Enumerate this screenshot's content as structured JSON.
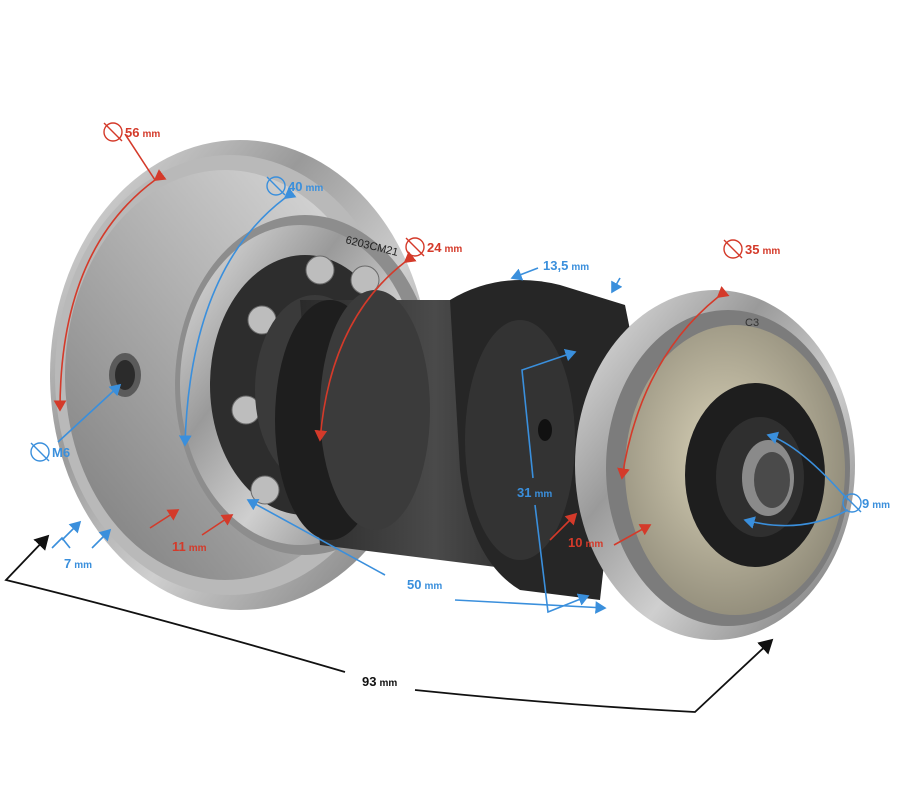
{
  "bearing_marking": "6203CM21",
  "small_bearing_marking": "C3",
  "colors": {
    "red": "#d43a2a",
    "blue": "#3a8fdc",
    "black": "#111111"
  },
  "dimensions": {
    "outer_flange_diameter": {
      "value": "56",
      "unit": "mm",
      "diameter": true
    },
    "large_bearing_diameter": {
      "value": "40",
      "unit": "mm",
      "diameter": true
    },
    "shaft_diameter": {
      "value": "24",
      "unit": "mm",
      "diameter": true
    },
    "lobe_width": {
      "value": "13,5",
      "unit": "mm"
    },
    "small_bearing_diameter": {
      "value": "35",
      "unit": "mm",
      "diameter": true
    },
    "thread_diameter": {
      "value": "M6",
      "unit": "",
      "diameter": true
    },
    "bore_diameter": {
      "value": "9",
      "unit": "mm",
      "diameter": true
    },
    "flange_thickness": {
      "value": "7",
      "unit": "mm"
    },
    "large_bearing_width": {
      "value": "11",
      "unit": "mm"
    },
    "cam_length": {
      "value": "50",
      "unit": "mm"
    },
    "lobe_height": {
      "value": "31",
      "unit": "mm"
    },
    "small_bearing_width": {
      "value": "10",
      "unit": "mm"
    },
    "overall_length": {
      "value": "93",
      "unit": "mm"
    }
  }
}
